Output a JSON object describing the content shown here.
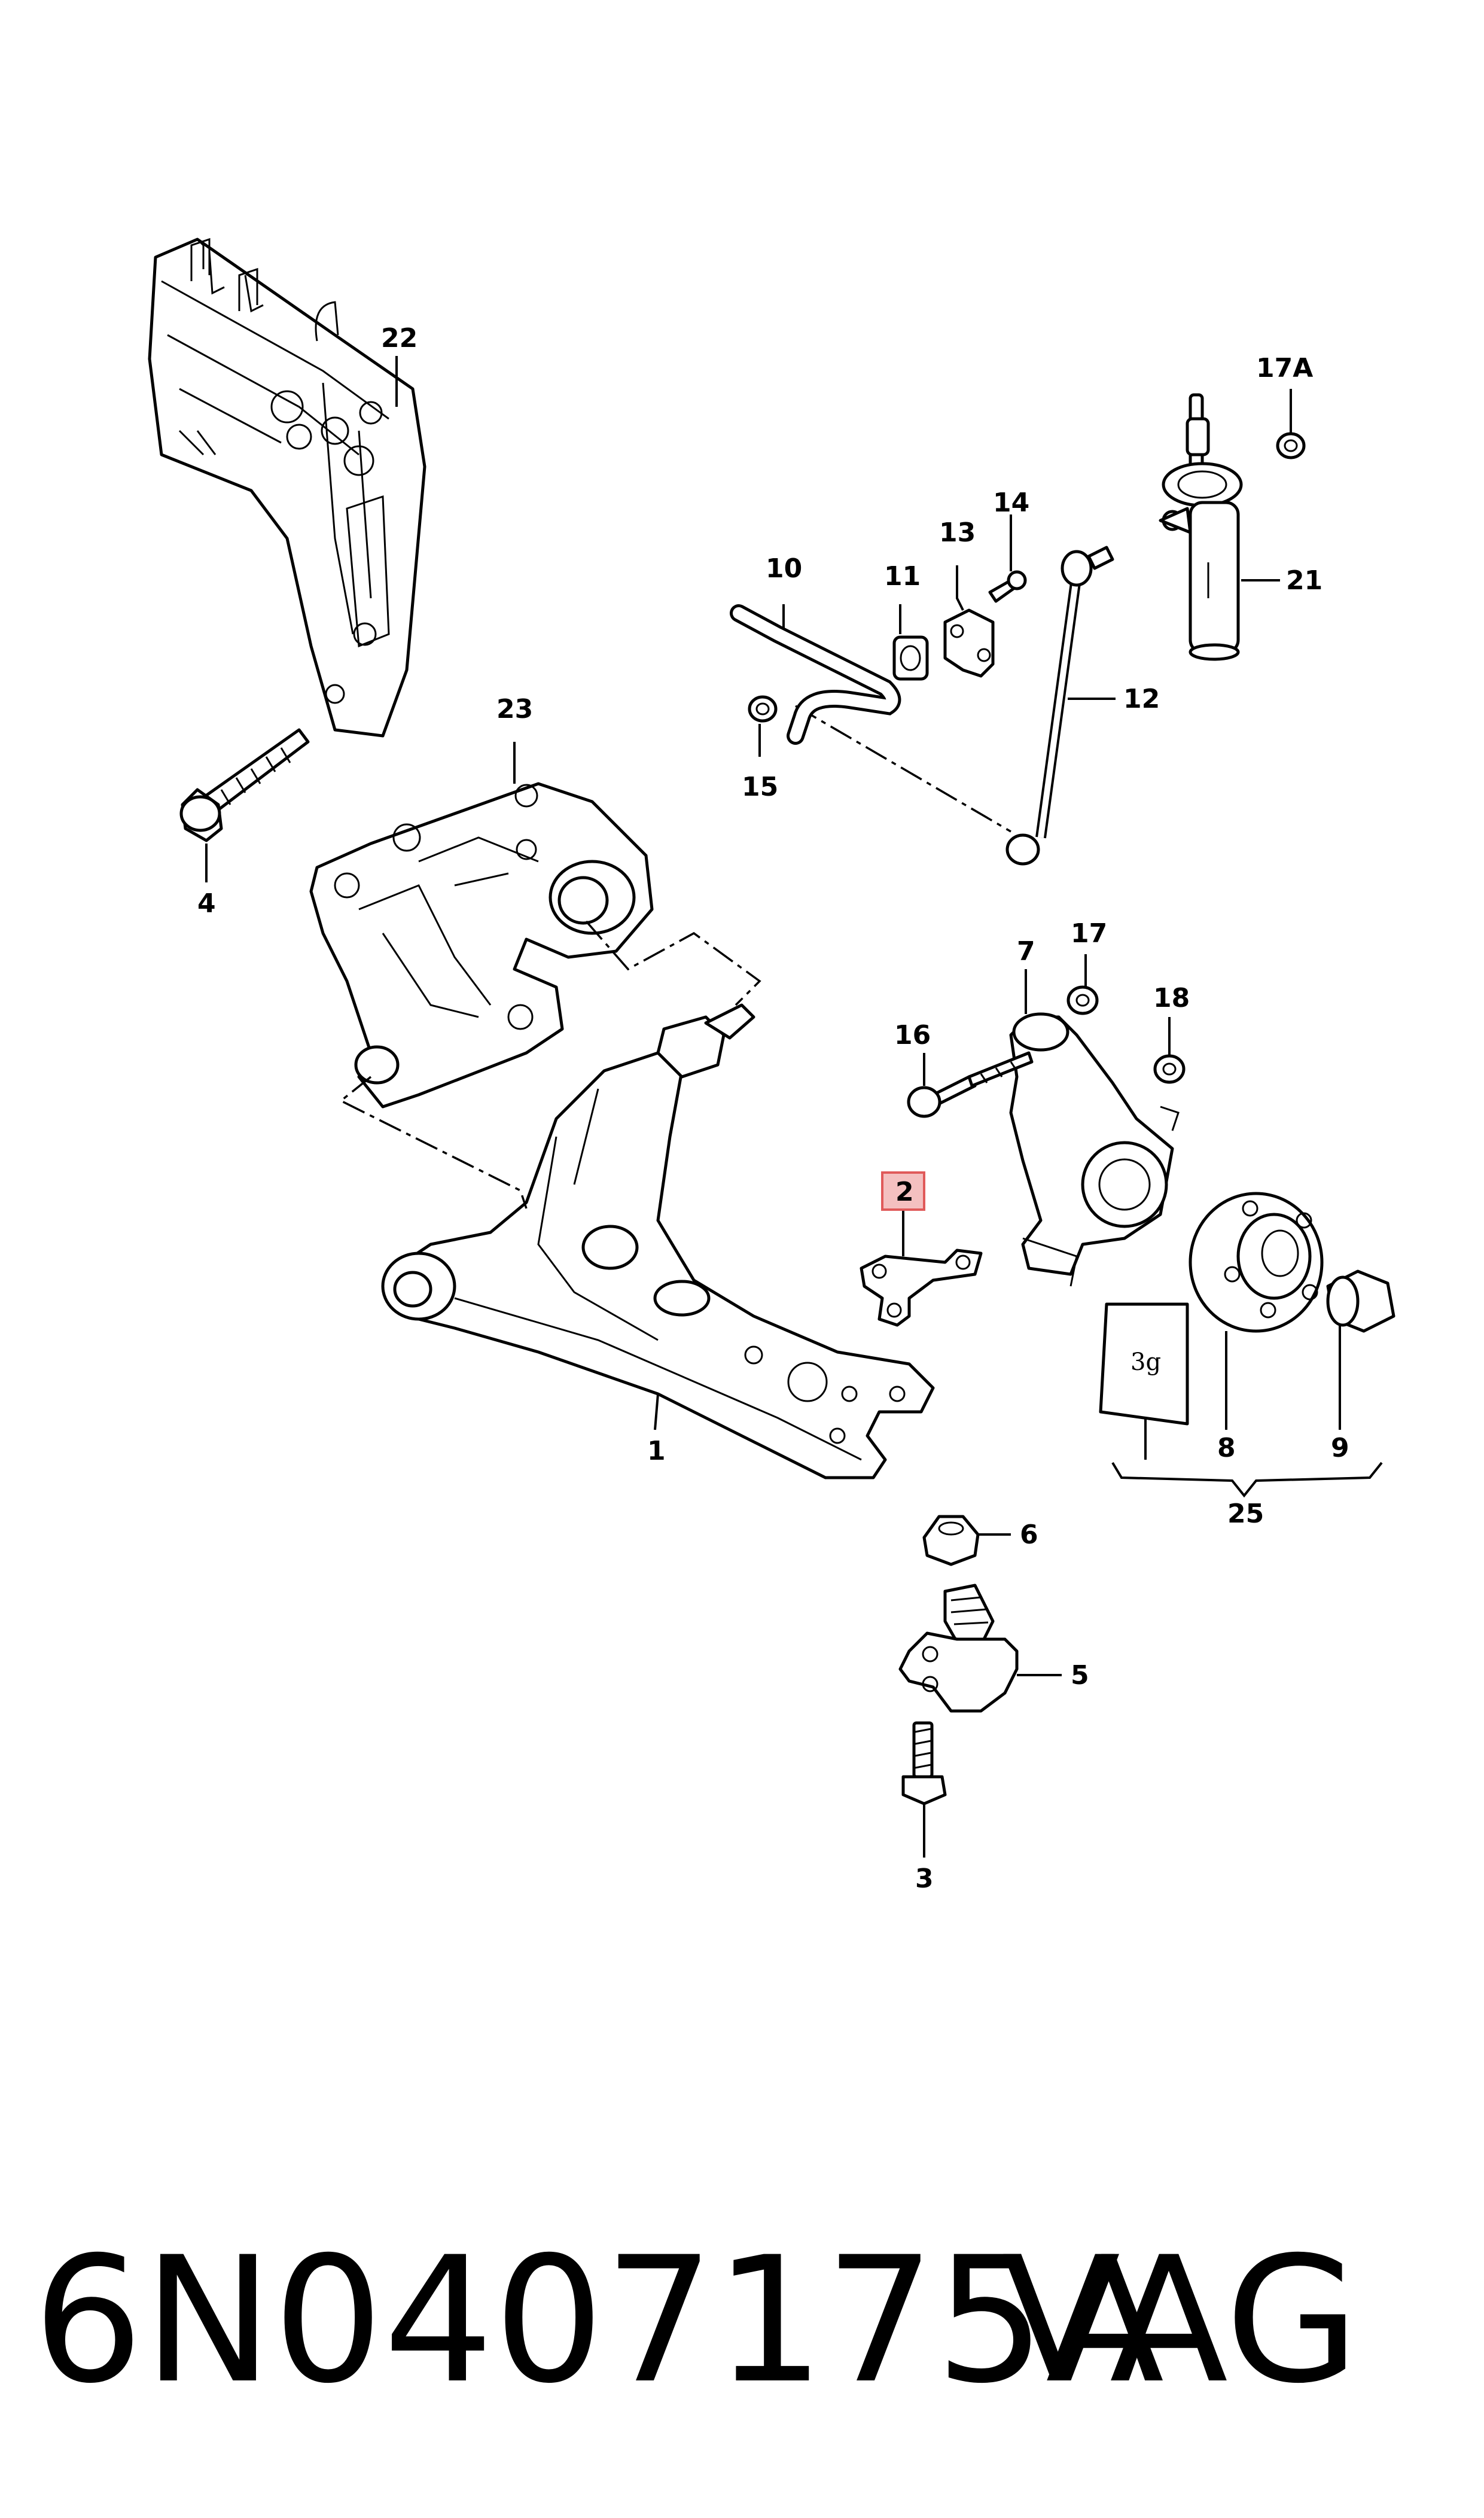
{
  "diagram": {
    "callouts": {
      "c1": "1",
      "c2": "2",
      "c3": "3",
      "c4": "4",
      "c5": "5",
      "c6": "6",
      "c7": "7",
      "c8": "8",
      "c9": "9",
      "c10": "10",
      "c11": "11",
      "c12": "12",
      "c13": "13",
      "c14": "14",
      "c15": "15",
      "c16": "16",
      "c17": "17",
      "c17a": "17A",
      "c18": "18",
      "c21": "21",
      "c22": "22",
      "c23": "23",
      "c25": "25"
    },
    "grease_packet_label": "3g",
    "highlight_color": "#e05a5a"
  },
  "caption": {
    "part_number": "6N0407175A",
    "brand": "VAG"
  }
}
